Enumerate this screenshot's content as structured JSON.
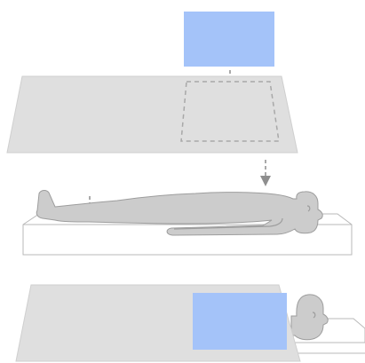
{
  "diagram": {
    "panel_color": "#a4c3f9",
    "sheet_color": "#dfdfdf",
    "sheet_edge_color": "#cfcfcf",
    "outline_color": "#a8a8a8",
    "figure_color": "#cccccc",
    "figure_edge_color": "#9d9d9d",
    "mattress_edge_color": "#b9b9b9",
    "arrow_color": "#8e8e8e",
    "steps": [
      {
        "name": "blue-panel-above-sheet",
        "shape": "panel"
      },
      {
        "name": "sheet-with-target-outline",
        "shape": "sheet"
      },
      {
        "name": "patient-on-mattress",
        "shape": "figure"
      },
      {
        "name": "sheet-covering-patient-with-panel",
        "shape": "covered-figure"
      }
    ],
    "arrows": [
      {
        "name": "panel-to-outline",
        "icon": "dashed-down-arrow"
      },
      {
        "name": "sheet-to-torso",
        "icon": "dashed-down-arrow"
      },
      {
        "name": "sheet-to-legs",
        "icon": "dashed-down-arrow"
      }
    ]
  }
}
